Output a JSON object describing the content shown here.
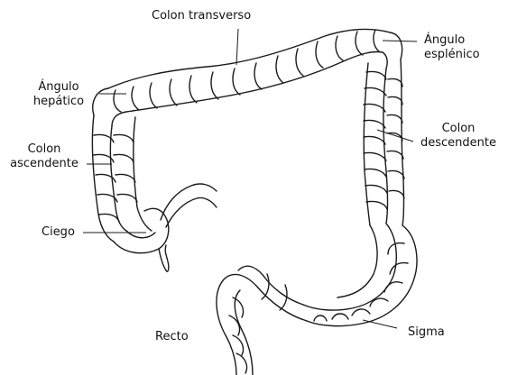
{
  "labels": {
    "transverso": "Colon transverso",
    "esplenico_1": "Ángulo",
    "esplenico_2": "esplénico",
    "hepatico_1": "Ángulo",
    "hepatico_2": "hepático",
    "ascendente_1": "Colon",
    "ascendente_2": "ascendente",
    "descendente_1": "Colon",
    "descendente_2": "descendente",
    "ciego": "Ciego",
    "recto": "Recto",
    "sigma": "Sigma"
  },
  "colors": {
    "ink": "#1a1a1a",
    "fill": "#ffffff"
  }
}
